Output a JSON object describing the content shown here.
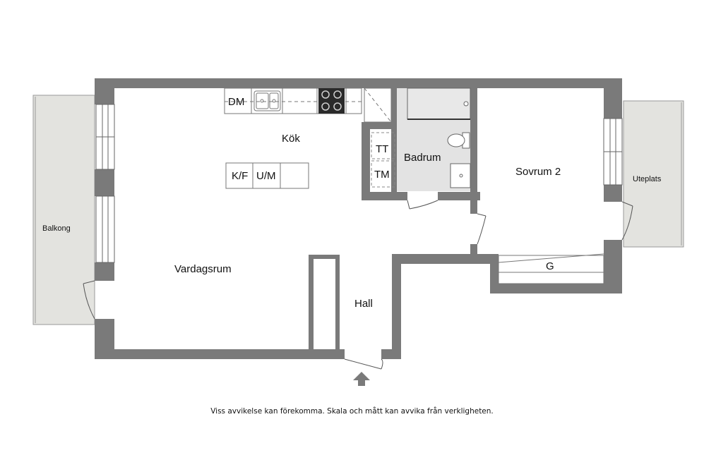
{
  "rooms": {
    "kok": "Kök",
    "vardagsrum": "Vardagsrum",
    "hall": "Hall",
    "badrum": "Badrum",
    "sovrum2": "Sovrum 2",
    "balkong": "Balkong",
    "uteplats": "Uteplats"
  },
  "fixtures": {
    "dm": "DM",
    "kf": "K/F",
    "um": "U/M",
    "tt": "TT",
    "tm": "TM",
    "g": "G"
  },
  "disclaimer": "Viss avvikelse kan förekomma. Skala och mått kan avvika från verkligheten.",
  "colors": {
    "wall": "#7a7a7a",
    "outdoor": "#e3e3df",
    "bathroom_floor": "#e3e3e3",
    "line": "#555555"
  }
}
